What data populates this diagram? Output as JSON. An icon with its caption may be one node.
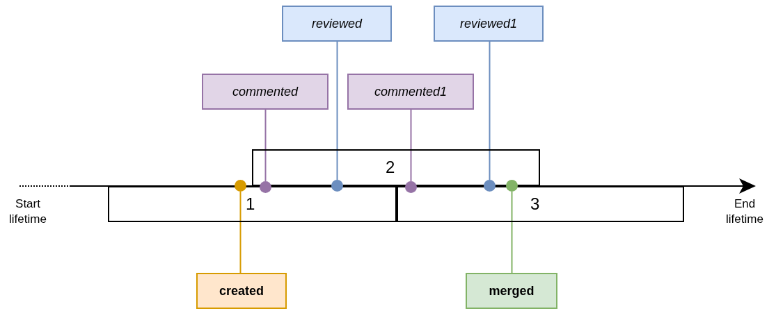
{
  "diagram": {
    "nodes": [
      {
        "text": [
          "reviewed"
        ]
      },
      {
        "text": [
          "reviewed1"
        ]
      },
      {
        "text": [
          "commented"
        ]
      },
      {
        "text": [
          "commented1"
        ]
      },
      {
        "text": [
          "2"
        ]
      },
      {
        "text": [
          "1"
        ]
      },
      {
        "text": [
          "3"
        ]
      },
      {
        "text": [],
        "shape": "circle"
      },
      {
        "text": [],
        "shape": "circle"
      },
      {
        "text": [],
        "shape": "circle"
      },
      {
        "text": [],
        "shape": "circle"
      },
      {
        "text": [],
        "shape": "circle"
      },
      {
        "text": [],
        "shape": "circle"
      },
      {
        "text": [
          "created"
        ]
      },
      {
        "text": [
          "merged"
        ]
      }
    ],
    "edges": [
      {
        "from": 2,
        "to": 8,
        "arrow": "none",
        "color": "#9673a6"
      },
      {
        "from": 0,
        "to": 9,
        "arrow": "none",
        "color": "#6c8ebf"
      },
      {
        "from": 3,
        "to": 10,
        "arrow": "none",
        "color": "#9673a6"
      },
      {
        "from": 1,
        "to": 11,
        "arrow": "none",
        "color": "#6c8ebf"
      },
      {
        "from": 13,
        "to": 7,
        "arrow": "none",
        "color": "#d79b00"
      },
      {
        "from": 14,
        "to": 12,
        "arrow": "none",
        "color": "#82b366"
      }
    ],
    "labels": [
      "Start lifetime",
      "End lifetime"
    ]
  }
}
